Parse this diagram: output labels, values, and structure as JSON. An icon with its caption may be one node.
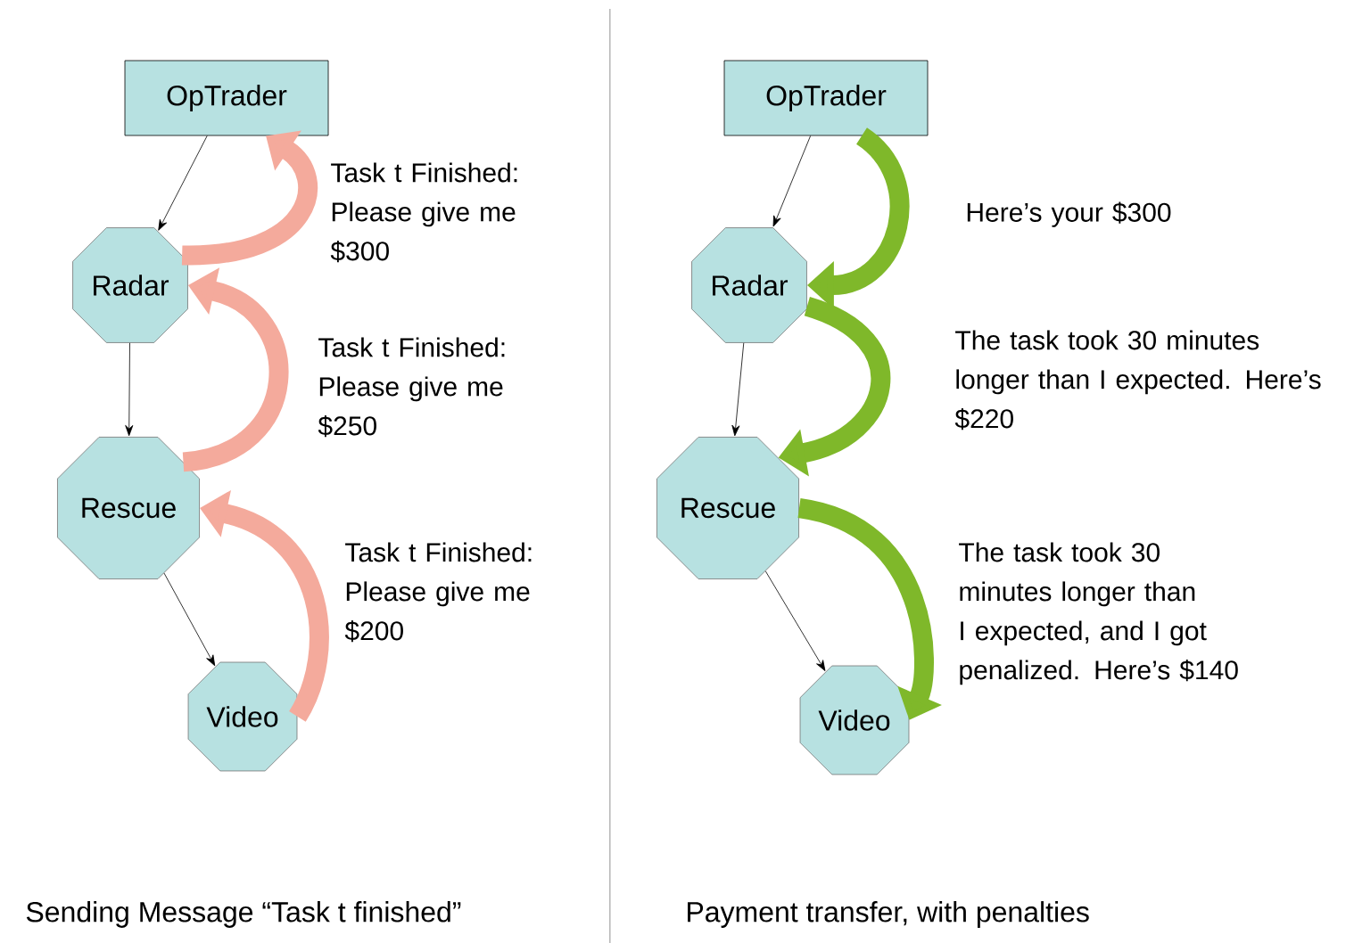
{
  "diagram": {
    "nodes": [
      {
        "text": [
          "OpTrader"
        ]
      },
      {
        "text": [
          "Radar"
        ]
      },
      {
        "text": [
          "Rescue"
        ]
      },
      {
        "text": [
          "Video"
        ]
      },
      {
        "text": [
          "OpTrader"
        ]
      },
      {
        "text": [
          "Radar"
        ]
      },
      {
        "text": [
          "Rescue"
        ]
      },
      {
        "text": [
          "Video"
        ]
      }
    ],
    "edges": [
      {
        "from": 0,
        "to": 1,
        "arrow": "to"
      },
      {
        "from": 1,
        "to": 2,
        "arrow": "to"
      },
      {
        "from": 2,
        "to": 3,
        "arrow": "to"
      },
      {
        "from": 1,
        "to": 0,
        "arrow": "to",
        "label": "Task t Finished: Please give me $300",
        "style": "thick",
        "color": "#f4aa9c"
      },
      {
        "from": 2,
        "to": 1,
        "arrow": "to",
        "label": "Task t Finished: Please give me $250",
        "style": "thick",
        "color": "#f4aa9c"
      },
      {
        "from": 3,
        "to": 2,
        "arrow": "to",
        "label": "Task t Finished: Please give me $200",
        "style": "thick",
        "color": "#f4aa9c"
      },
      {
        "from": 4,
        "to": 5,
        "arrow": "to"
      },
      {
        "from": 5,
        "to": 6,
        "arrow": "to"
      },
      {
        "from": 6,
        "to": 7,
        "arrow": "to"
      },
      {
        "from": 4,
        "to": 5,
        "arrow": "to",
        "label": "Here’s your $300",
        "style": "thick",
        "color": "#7fb82a"
      },
      {
        "from": 5,
        "to": 6,
        "arrow": "to",
        "label": "The task took 30 minutes longer than I expected. Here’s $220",
        "style": "thick",
        "color": "#7fb82a"
      },
      {
        "from": 6,
        "to": 7,
        "arrow": "to",
        "label": "The task took 30 minutes longer than I expected, and I got penalized. Here’s $140",
        "style": "thick",
        "color": "#7fb82a"
      }
    ],
    "labels": [
      "Sending Message “Task t finished”",
      "Payment transfer, with penalties"
    ]
  }
}
